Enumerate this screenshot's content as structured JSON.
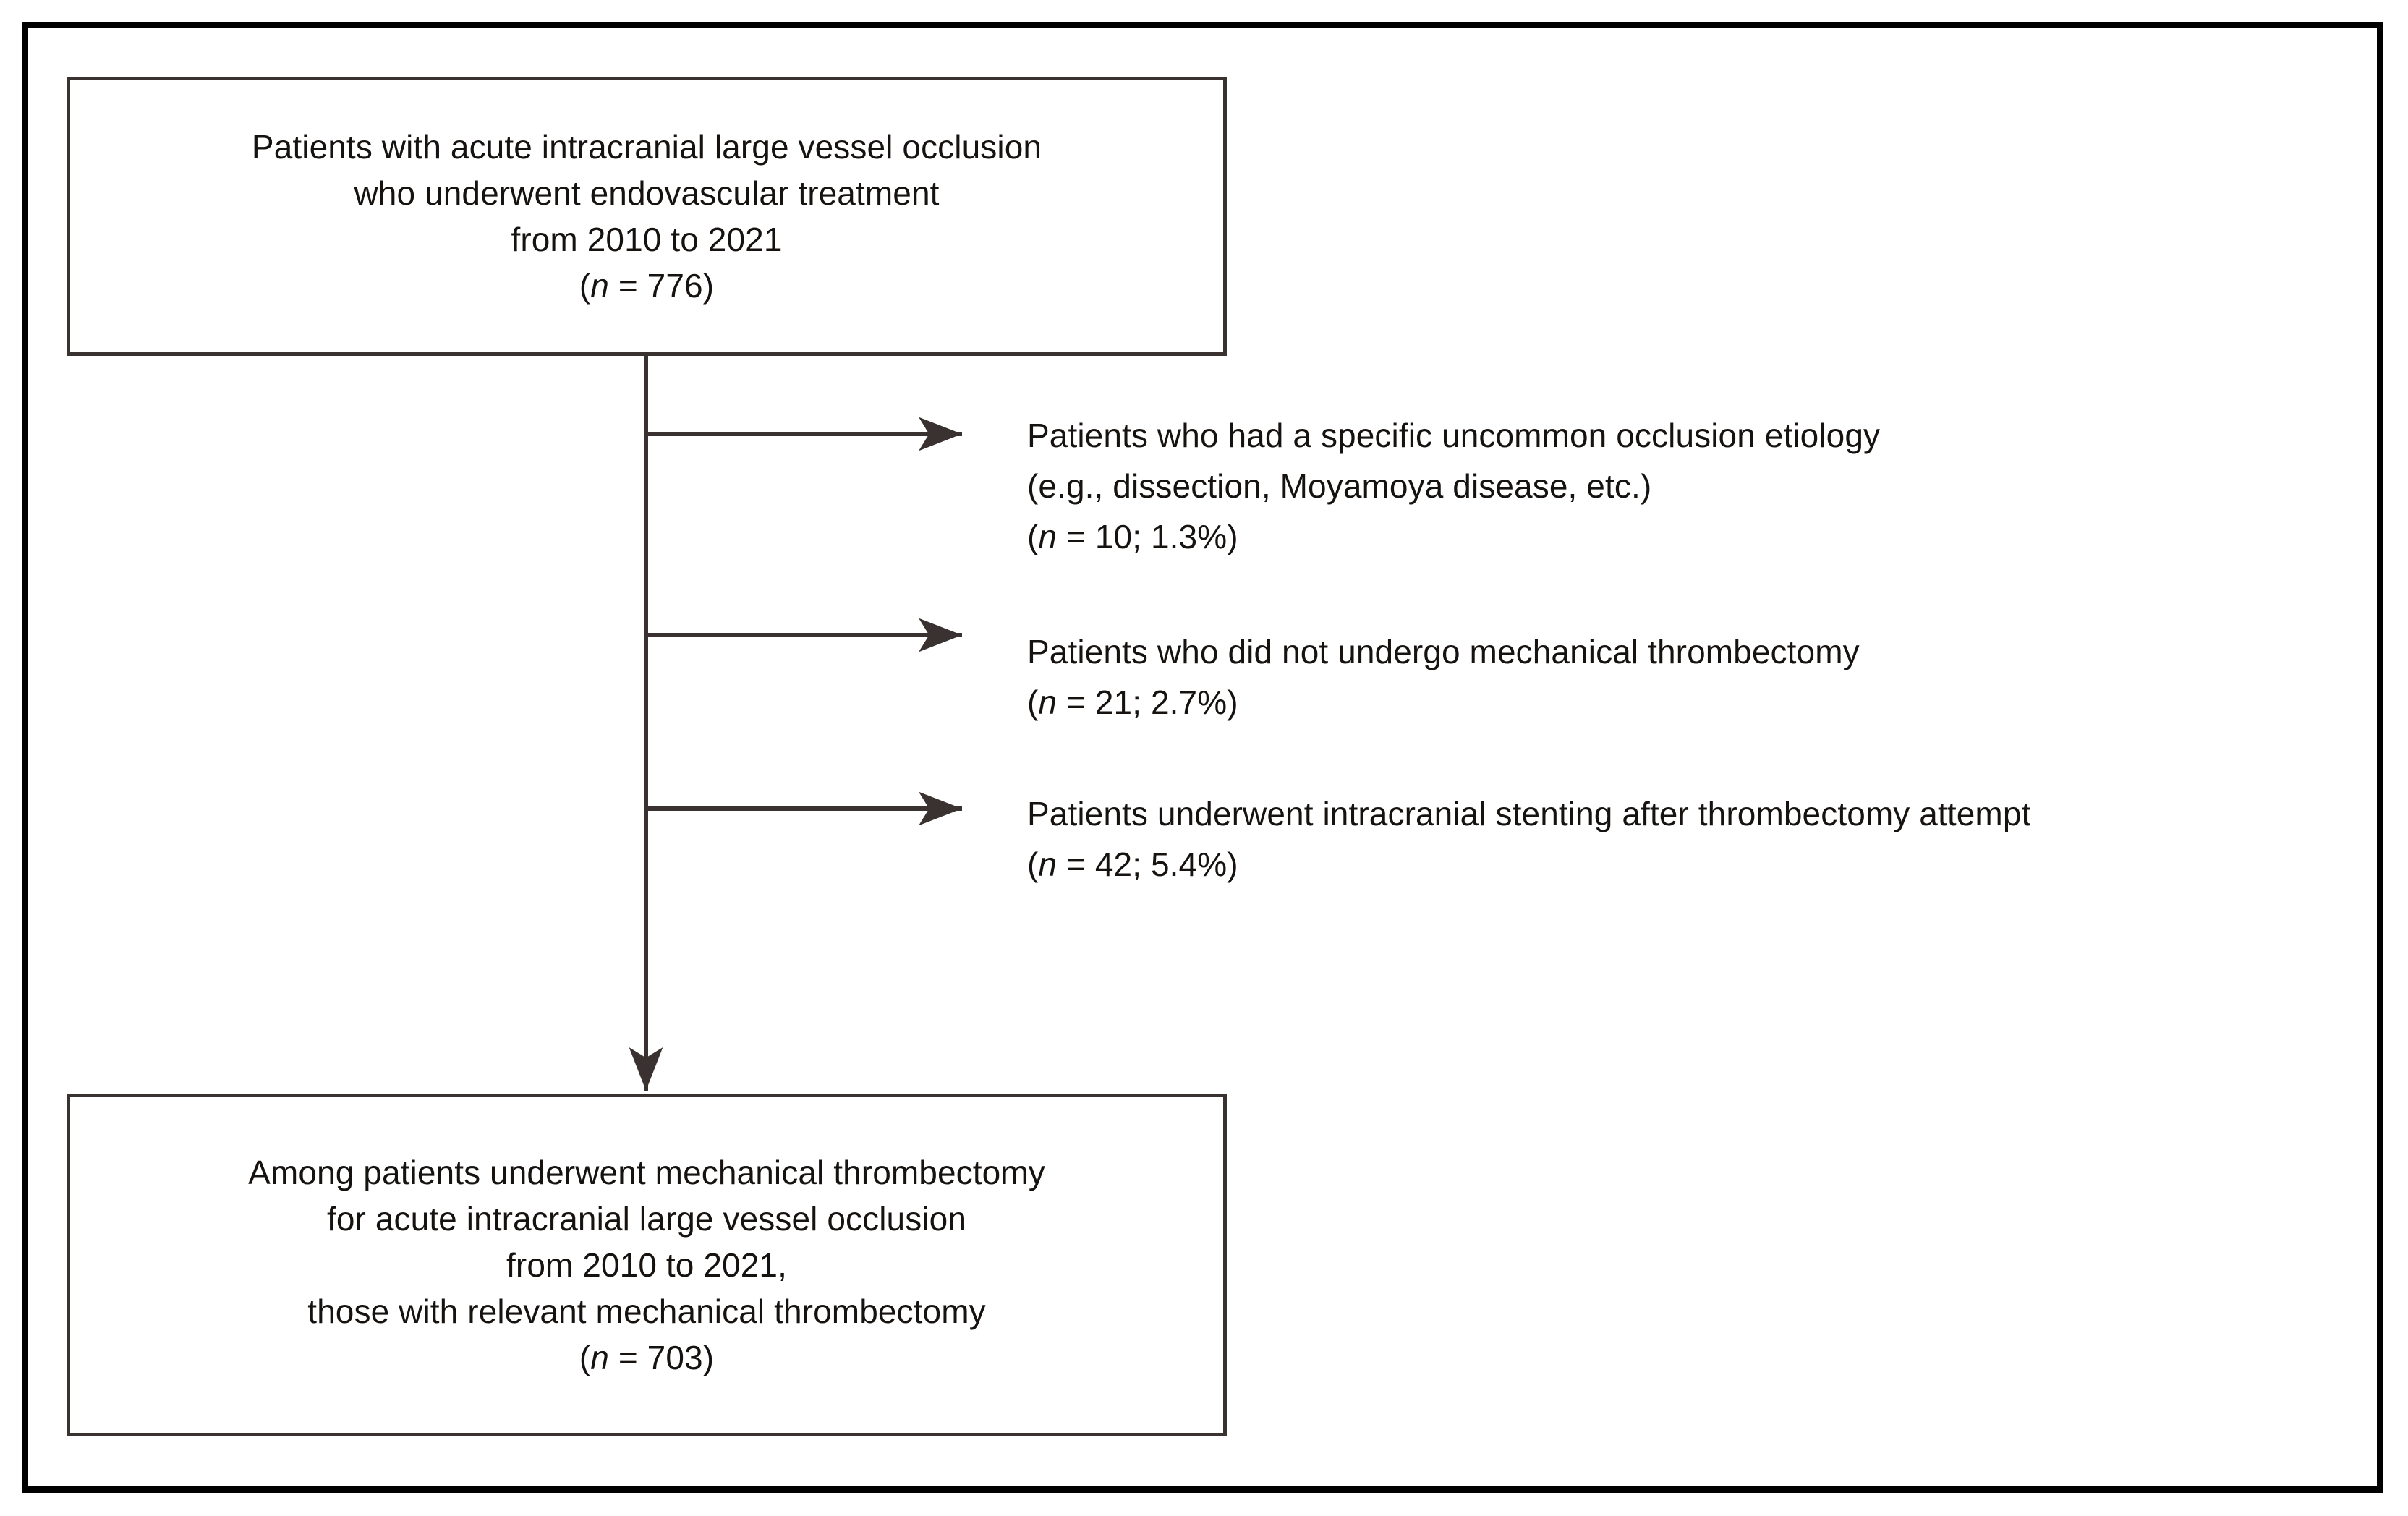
{
  "figure": {
    "type": "patient-selection-flowchart",
    "line_color": "#3a3230",
    "text_color": "#161210",
    "frame_color": "#000000",
    "background": "#ffffff"
  },
  "enrolled_box": {
    "name": "enrolled-cohort-box",
    "lines": [
      "Patients with acute intracranial large vessel occlusion",
      "who underwent endovascular treatment",
      "from 2010 to 2021"
    ],
    "count_prefix": "(",
    "count_italic": "n",
    "count_equals": " = ",
    "count_value": "776",
    "count_suffix": ")"
  },
  "exclusions": [
    {
      "name": "exclusion-uncommon-etiology",
      "lines": [
        "Patients who had a specific uncommon occlusion etiology",
        "(e.g., dissection, Moyamoya disease, etc.)"
      ],
      "count_prefix": "(",
      "count_italic": "n",
      "count_equals": " = ",
      "count_value": "10",
      "count_sep": "; ",
      "count_percent": "1.3%",
      "count_suffix": ")"
    },
    {
      "name": "exclusion-no-thrombectomy",
      "lines": [
        "Patients who did not undergo mechanical thrombectomy"
      ],
      "count_prefix": "(",
      "count_italic": "n",
      "count_equals": " = ",
      "count_value": "21",
      "count_sep": "; ",
      "count_percent": "2.7%",
      "count_suffix": ")"
    },
    {
      "name": "exclusion-intracranial-stenting",
      "lines": [
        "Patients underwent intracranial stenting after thrombectomy attempt"
      ],
      "count_prefix": "(",
      "count_italic": "n",
      "count_equals": " = ",
      "count_value": "42",
      "count_sep": "; ",
      "count_percent": "5.4%",
      "count_suffix": ")"
    }
  ],
  "final_box": {
    "name": "final-cohort-box",
    "lines": [
      "Among patients underwent mechanical thrombectomy",
      "for acute intracranial large vessel occlusion",
      "from 2010 to 2021,",
      "those with relevant mechanical thrombectomy"
    ],
    "count_prefix": "(",
    "count_italic": "n",
    "count_equals": " = ",
    "count_value": "703",
    "count_suffix": ")"
  }
}
